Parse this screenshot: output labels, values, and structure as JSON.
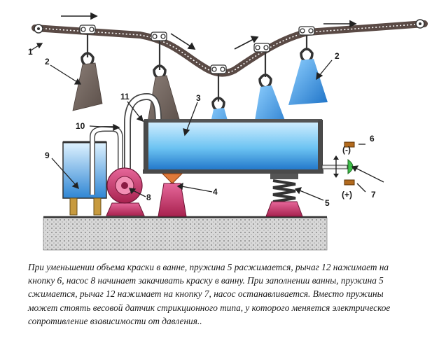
{
  "labels": {
    "n1": "1",
    "n2a": "2",
    "n2b": "2",
    "n3": "3",
    "n4": "4",
    "n5": "5",
    "n6": "6",
    "n7": "7",
    "n8": "8",
    "n9": "9",
    "n10": "10",
    "n11": "11",
    "minus": "(-)",
    "plus": "(+)"
  },
  "caption": {
    "line1": "При уменьшении  объема краски в ванне, пружина 5 расжимается, рычаг 12 нажимает на",
    "line2": "кнопку 6, насос 8 начинает закачивать краску в ванну. При заполнении ванны, пружина  5",
    "line3": "сжимается, рычаг 12 нажимает на  кнопку 7, насос останавливается. Вместо пружины",
    "line4": "может стоять весовой датчик стрикционного типа, у которого меняется электрическое",
    "line5": "сопротивление взависимости от давления.."
  },
  "colors": {
    "conveyor": "#5a4a45",
    "part_brown": "#7a6d66",
    "part_blue": "#4a9fe0",
    "paint": "#59b4ea",
    "pink": "#c8336a",
    "orange": "#e07a3a"
  }
}
